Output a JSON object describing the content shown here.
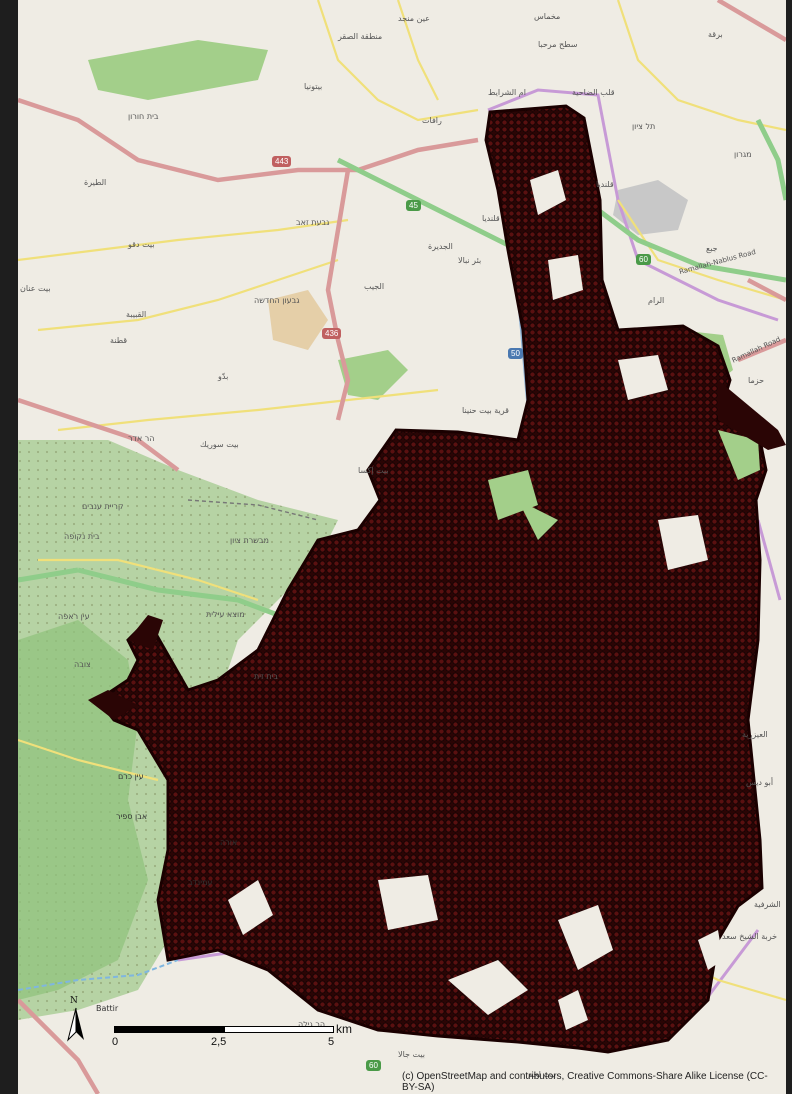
{
  "map": {
    "colors": {
      "background": "#efece4",
      "forest": "#aed1a0",
      "park": "#b4dc9c",
      "road_primary": "#dd9f9f",
      "road_motorway": "#8fb2d4",
      "road_trunk": "#94d08f",
      "road_secondary": "#f4e67a",
      "boundary": "#c79ad6",
      "points_fill": "#4a0c0c",
      "points_stroke": "#000000"
    },
    "road_shields": [
      "443",
      "436",
      "45",
      "50",
      "60",
      "60"
    ],
    "road_names": {
      "ramallah_road": "Ramallah-Nablus Road",
      "ramallah_road_short": "Ramallah Road"
    },
    "places": {
      "mukhmas": "مخماس",
      "burqa": "برقة",
      "ein_qiniya": "عين منجد",
      "sateh_marhaba": "سطح مرحبا",
      "mantiqat_al_saqr": "منطقة الصقر",
      "qalib_al_dahiya": "قلب الضاحية",
      "beitunia": "بيتونيا",
      "umm_sharayet": "ام الشرايط",
      "beit_horon": "בית חורון",
      "rafat": "رافات",
      "tel_tzion": "תל ציון",
      "al_tira": "الطيرة",
      "qalandiya_ar": "قلنديا",
      "migron": "מגרון",
      "givat_zeev": "גבעת זאב",
      "beit_duqqu": "بيت دقو",
      "al_jdeira": "الجديرة",
      "bir_nabala": "بئر نبالا",
      "qalandiya": "قلنديا",
      "jaba": "جبع",
      "beit_anan": "بيت عنان",
      "al_jib": "الجيب",
      "al_ram": "الرام",
      "givon_hahadasha": "גבעון החדשה",
      "qatanna": "قطنة",
      "biddu": "بدّو",
      "hizma": "حزما",
      "qubeiba": "القبيبة",
      "har_adar": "הר אדר",
      "beit_surik": "بيت سوريك",
      "beit_hanina": "قرية بيت حنينا",
      "beit_iksa": "بيت إكسا",
      "kiryat_anavim": "קריית ענבים",
      "mevaseret": "מבשרת ציון",
      "beit_neqofa": "בית נקופה",
      "motza": "מוצא עילית",
      "ein_rafa": "עין ראפה",
      "tzuba": "צובה",
      "beit_zayit": "בית זית",
      "ein_kerem": "עין כרם",
      "even_sapir": "אבן ספיר",
      "ora": "אורה",
      "aminadav": "עמינדב",
      "al_eizariya": "العيزرية",
      "abu_dis": "أبو ديس",
      "sharafiya": "الشرفية",
      "sheikh_saad": "خربة الشيخ سعد",
      "battir": "Battir",
      "har_gilo": "הר גילה",
      "beit_jala": "بيت جالا",
      "bethlehem": "بيت لحم"
    },
    "legend": {
      "north": "N",
      "scale_ticks": [
        "0",
        "2,5",
        "5"
      ],
      "scale_unit": "km"
    },
    "attribution": "(c) OpenStreetMap and contributors, Creative Commons-Share Alike License (CC-BY-SA)"
  }
}
